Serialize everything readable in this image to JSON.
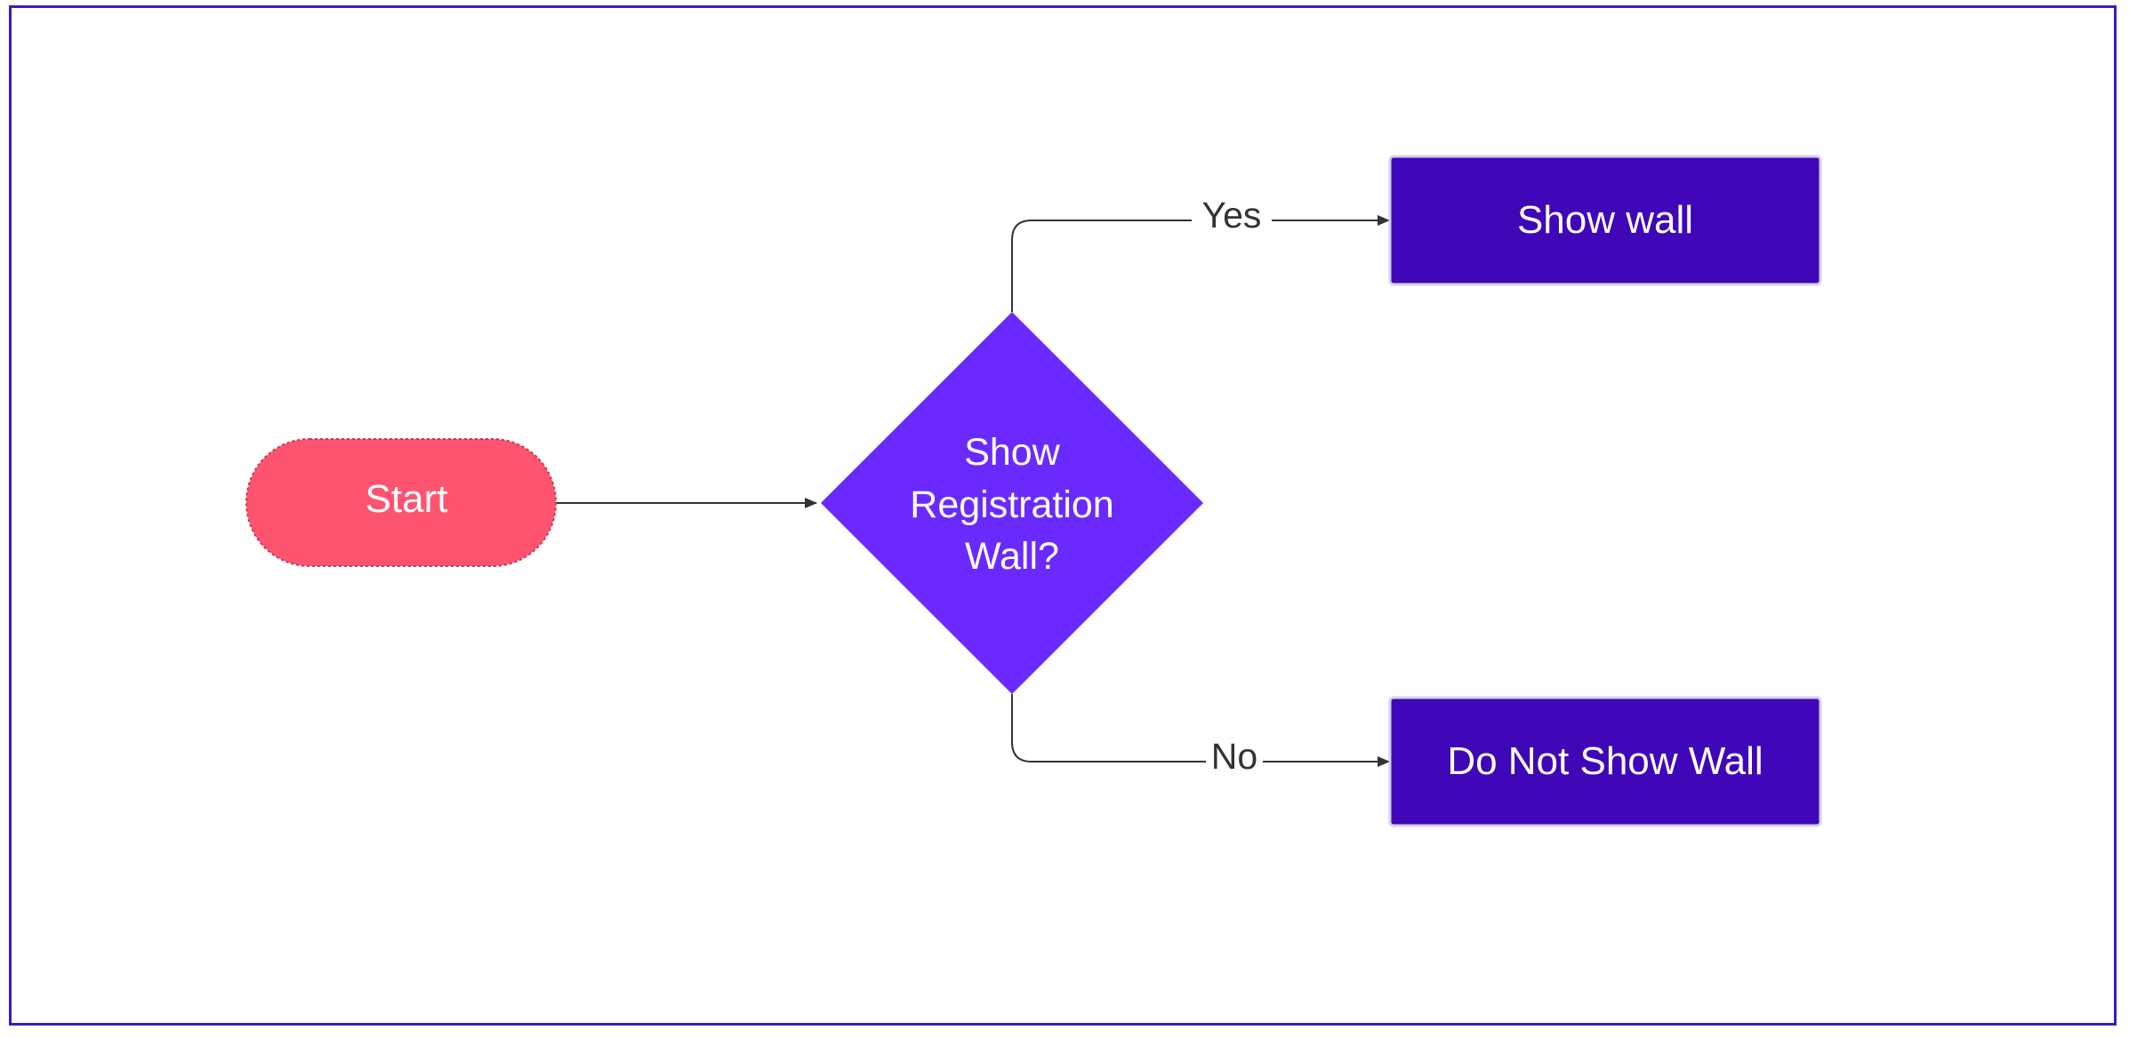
{
  "diagram": {
    "nodes": {
      "start": {
        "label": "Start",
        "shape": "terminator",
        "color": "#ff5470"
      },
      "decision": {
        "lines": [
          "Show",
          "Registration",
          "Wall?"
        ],
        "shape": "diamond",
        "color": "#6a2aff"
      },
      "show_wall": {
        "label": "Show wall",
        "shape": "process",
        "color": "#3f07b8"
      },
      "no_wall": {
        "label": "Do Not Show Wall",
        "shape": "process",
        "color": "#3f07b8"
      }
    },
    "edges": {
      "yes": {
        "label": "Yes",
        "from": "decision",
        "to": "show_wall"
      },
      "no": {
        "label": "No",
        "from": "decision",
        "to": "no_wall"
      },
      "start_to_decision": {
        "label": "",
        "from": "start",
        "to": "decision"
      }
    },
    "colors": {
      "frame": "#3a1dbf",
      "connector": "#333333",
      "node_text": "#ffffff"
    }
  }
}
